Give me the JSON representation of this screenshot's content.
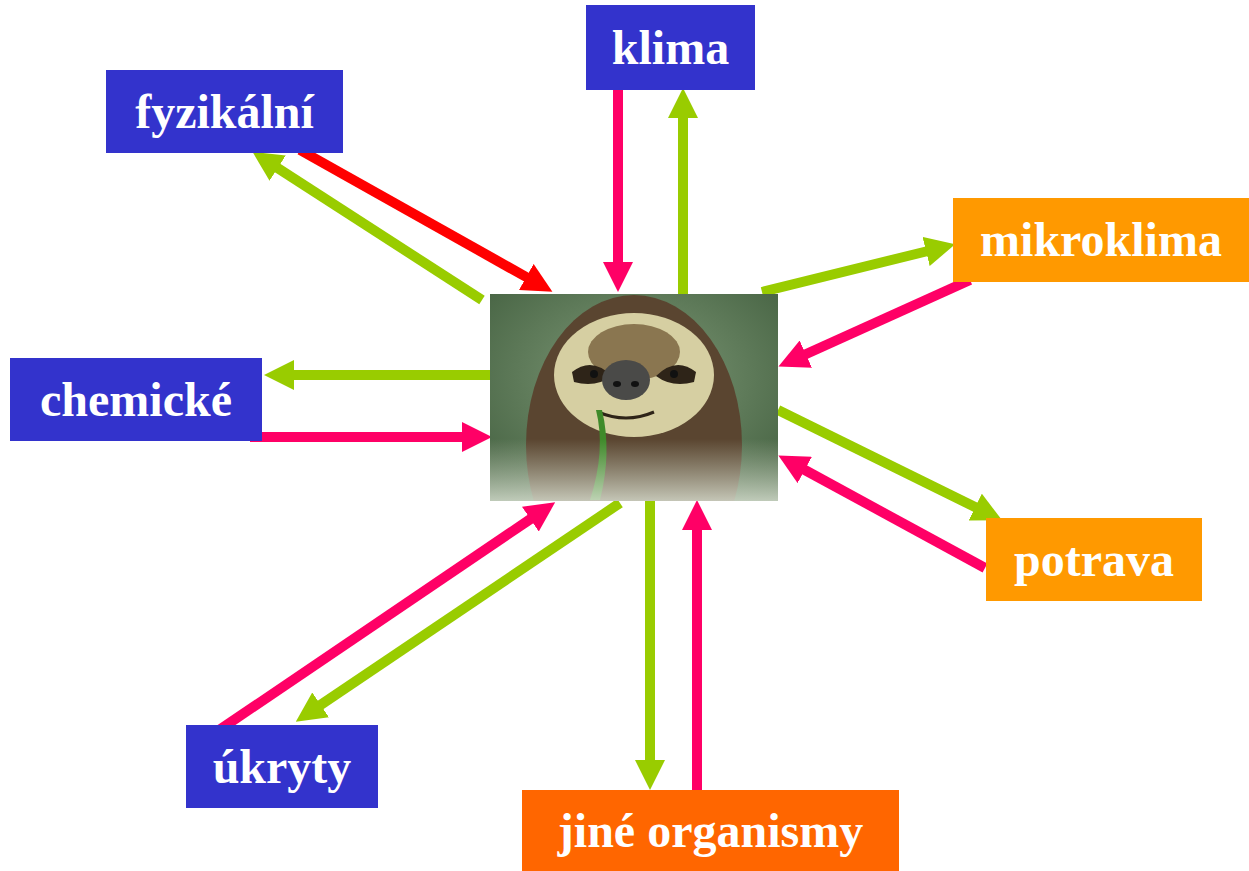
{
  "diagram": {
    "nodes": [
      {
        "text": [
          "klima"
        ]
      },
      {
        "text": [
          "fyzikální"
        ]
      },
      {
        "text": [
          "mikroklima"
        ]
      },
      {
        "text": [
          "chemické"
        ]
      },
      {
        "text": [
          "potrava"
        ]
      },
      {
        "text": [
          "úkryty"
        ]
      },
      {
        "text": [
          "jiné organismy"
        ]
      }
    ]
  }
}
